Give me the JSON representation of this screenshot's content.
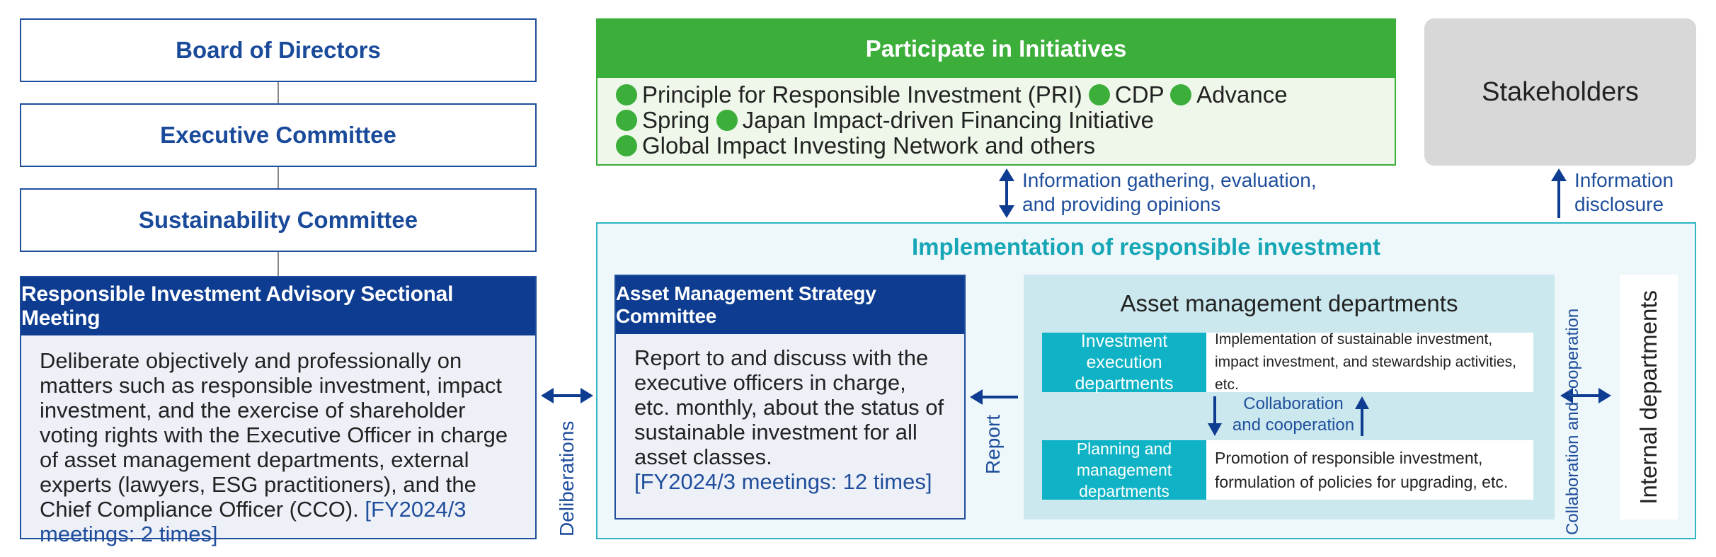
{
  "governance": {
    "board": "Board of Directors",
    "executive": "Executive Committee",
    "sustainability": "Sustainability Committee",
    "advisory_title": "Responsible Investment Advisory Sectional Meeting",
    "advisory_body": "Deliberate objectively and professionally on matters such as responsible investment, impact investment, and the exercise of shareholder voting rights with the Executive Officer in charge of asset management departments, external experts (lawyers, ESG practitioners), and the Chief Compliance Officer (CCO).",
    "advisory_meetings": "[FY2024/3 meetings: 2 times]"
  },
  "deliberations_label": "Deliberations",
  "initiatives": {
    "title": "Participate in Initiatives",
    "items": [
      "Principle for Responsible Investment (PRI)",
      "CDP",
      "Advance",
      "Spring",
      "Japan Impact-driven Financing Initiative",
      "Global Impact Investing Network and others"
    ]
  },
  "stakeholders": "Stakeholders",
  "info_gathering_line1": "Information gathering, evaluation,",
  "info_gathering_line2": "and providing opinions",
  "info_disclosure_line1": "Information",
  "info_disclosure_line2": "disclosure",
  "implementation": {
    "title": "Implementation of responsible investment",
    "strategy_title": "Asset Management Strategy Committee",
    "strategy_body": "Report to and discuss with the executive officers in charge, etc. monthly, about the status of sustainable investment for all asset classes.",
    "strategy_meetings": "[FY2024/3 meetings: 12 times]",
    "report_label": "Report",
    "amd_title": "Asset management departments",
    "investment_exec_label": "Investment execution departments",
    "investment_exec_desc": "Implementation of sustainable investment, impact investment, and stewardship activities, etc.",
    "collab_line1": "Collaboration",
    "collab_line2": "and cooperation",
    "planning_label": "Planning and management departments",
    "planning_desc": "Promotion of responsible investment, formulation of policies for upgrading, etc.",
    "collab_vertical": "Collaboration and cooperation",
    "internal_departments": "Internal departments"
  },
  "colors": {
    "navy": "#0d3c91",
    "dark_blue_text": "#1a4a9a",
    "green": "#3cae3a",
    "green_bg": "#eef7ea",
    "teal": "#0fb3c5",
    "teal_title": "#17a6b6",
    "light_teal_bg": "#eef8fa",
    "panel_teal": "#cbe8ee",
    "stakeholder_gray": "#d8d8d8"
  }
}
